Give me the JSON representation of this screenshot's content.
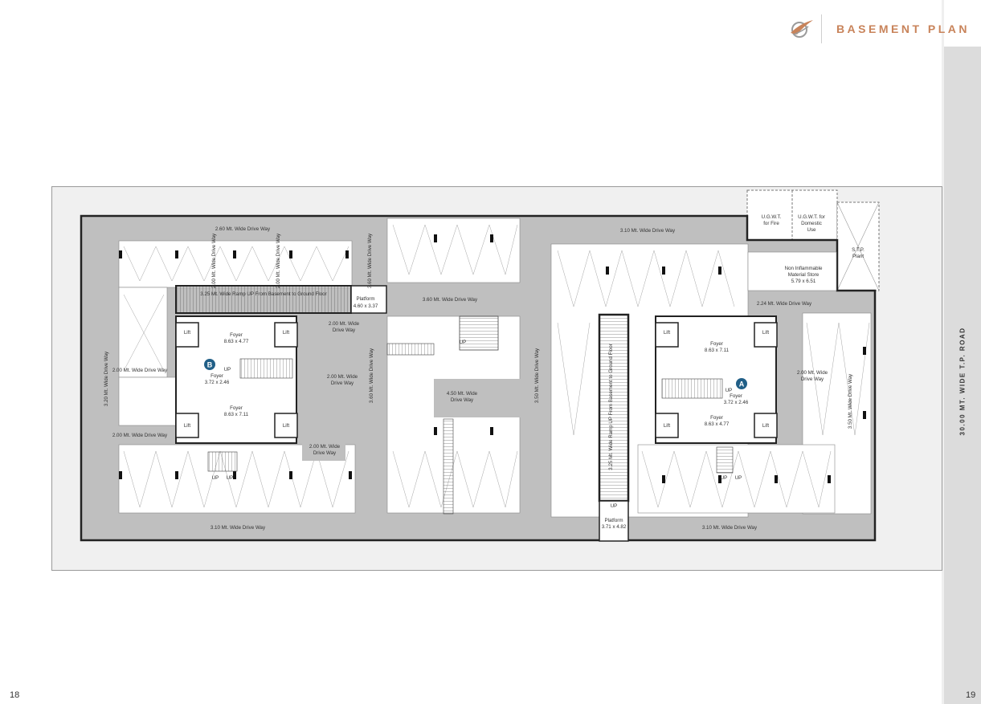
{
  "header": {
    "title": "BASEMENT PLAN",
    "logo_icon": "swoosh-logo-icon",
    "accent_color": "#c8835a"
  },
  "road_label": "30.00 MT. WIDE T.P. ROAD",
  "page_numbers": {
    "left": "18",
    "right": "19"
  },
  "plan": {
    "drive_ways": {
      "top_left": "2.60 Mt. Wide Drive Way",
      "top_right": "3.10 Mt. Wide Drive Way",
      "center": "3.60 Mt. Wide Drive Way",
      "bottom_left": "3.10 Mt. Wide Drive Way",
      "bottom_right": "3.10 Mt. Wide Drive Way",
      "left_vertical": "3.20 Mt. Wide Drive Way",
      "right_vertical": "3.50 Mt. Wide Drive Way",
      "mid_left_vertical": "3.60 Mt. Wide Drive Way",
      "mid_right_vertical": "3.50 Mt. Wide Drive Way",
      "small_v1": "2.00 Mt. Wide Drive Way",
      "small_v2": "2.00 Mt. Wide Drive Way",
      "small_v3": "3.60 Mt. Wide Drive Way",
      "left_mid": "2.00 Mt. Wide Drive Way",
      "left_low": "2.00 Mt. Wide Drive Way",
      "b_right_top_1": "2.00 Mt. Wide",
      "b_right_top_2": "Drive Way",
      "b_right_mid_1": "2.00 Mt. Wide",
      "b_right_mid_2": "Drive Way",
      "b_bottom_1": "2.00 Mt. Wide",
      "b_bottom_2": "Drive Way",
      "center_box_1": "4.50 Mt. Wide",
      "center_box_2": "Drive Way",
      "a_right_1": "2.00 Mt. Wide",
      "a_right_2": "Drive Way",
      "a_top": "2.24 Mt. Wide Drive Way"
    },
    "ramps": {
      "left": "3.25 Mt. Wide Ramp UP From Basement to Ground Floor",
      "right": "3.25 Mt. Wide Ramp UP From Basement to Ground Floor"
    },
    "platform_left": {
      "label": "Platform",
      "size": "4.60 x 3.37"
    },
    "platform_right": {
      "label": "Platform",
      "size": "3.71 x 4.82",
      "up": "UP"
    },
    "wing_b": {
      "marker": "B",
      "foyer_top": {
        "label": "Foyer",
        "size": "8.63 x 4.77"
      },
      "foyer_mid": {
        "label": "Foyer",
        "size": "3.72 x 2.46"
      },
      "foyer_bottom": {
        "label": "Foyer",
        "size": "8.63 x 7.11"
      },
      "lift": "Lift",
      "up": "UP"
    },
    "wing_a": {
      "marker": "A",
      "foyer_top": {
        "label": "Foyer",
        "size": "8.63 x 7.11"
      },
      "foyer_mid": {
        "label": "Foyer",
        "size": "3.72 x 2.46"
      },
      "foyer_bottom": {
        "label": "Foyer",
        "size": "8.63 x 4.77"
      },
      "lift": "Lift",
      "up": "UP"
    },
    "ugwt_fire": [
      "U.G.W.T.",
      "for Fire"
    ],
    "ugwt_domestic": [
      "U.G.W.T. for",
      "Domestic",
      "Use"
    ],
    "stp": [
      "S.T.P.",
      "Plant"
    ],
    "store": [
      "Non Inflammable",
      "Material Store",
      "5.79 x 6.51"
    ],
    "center_up": "UP"
  }
}
